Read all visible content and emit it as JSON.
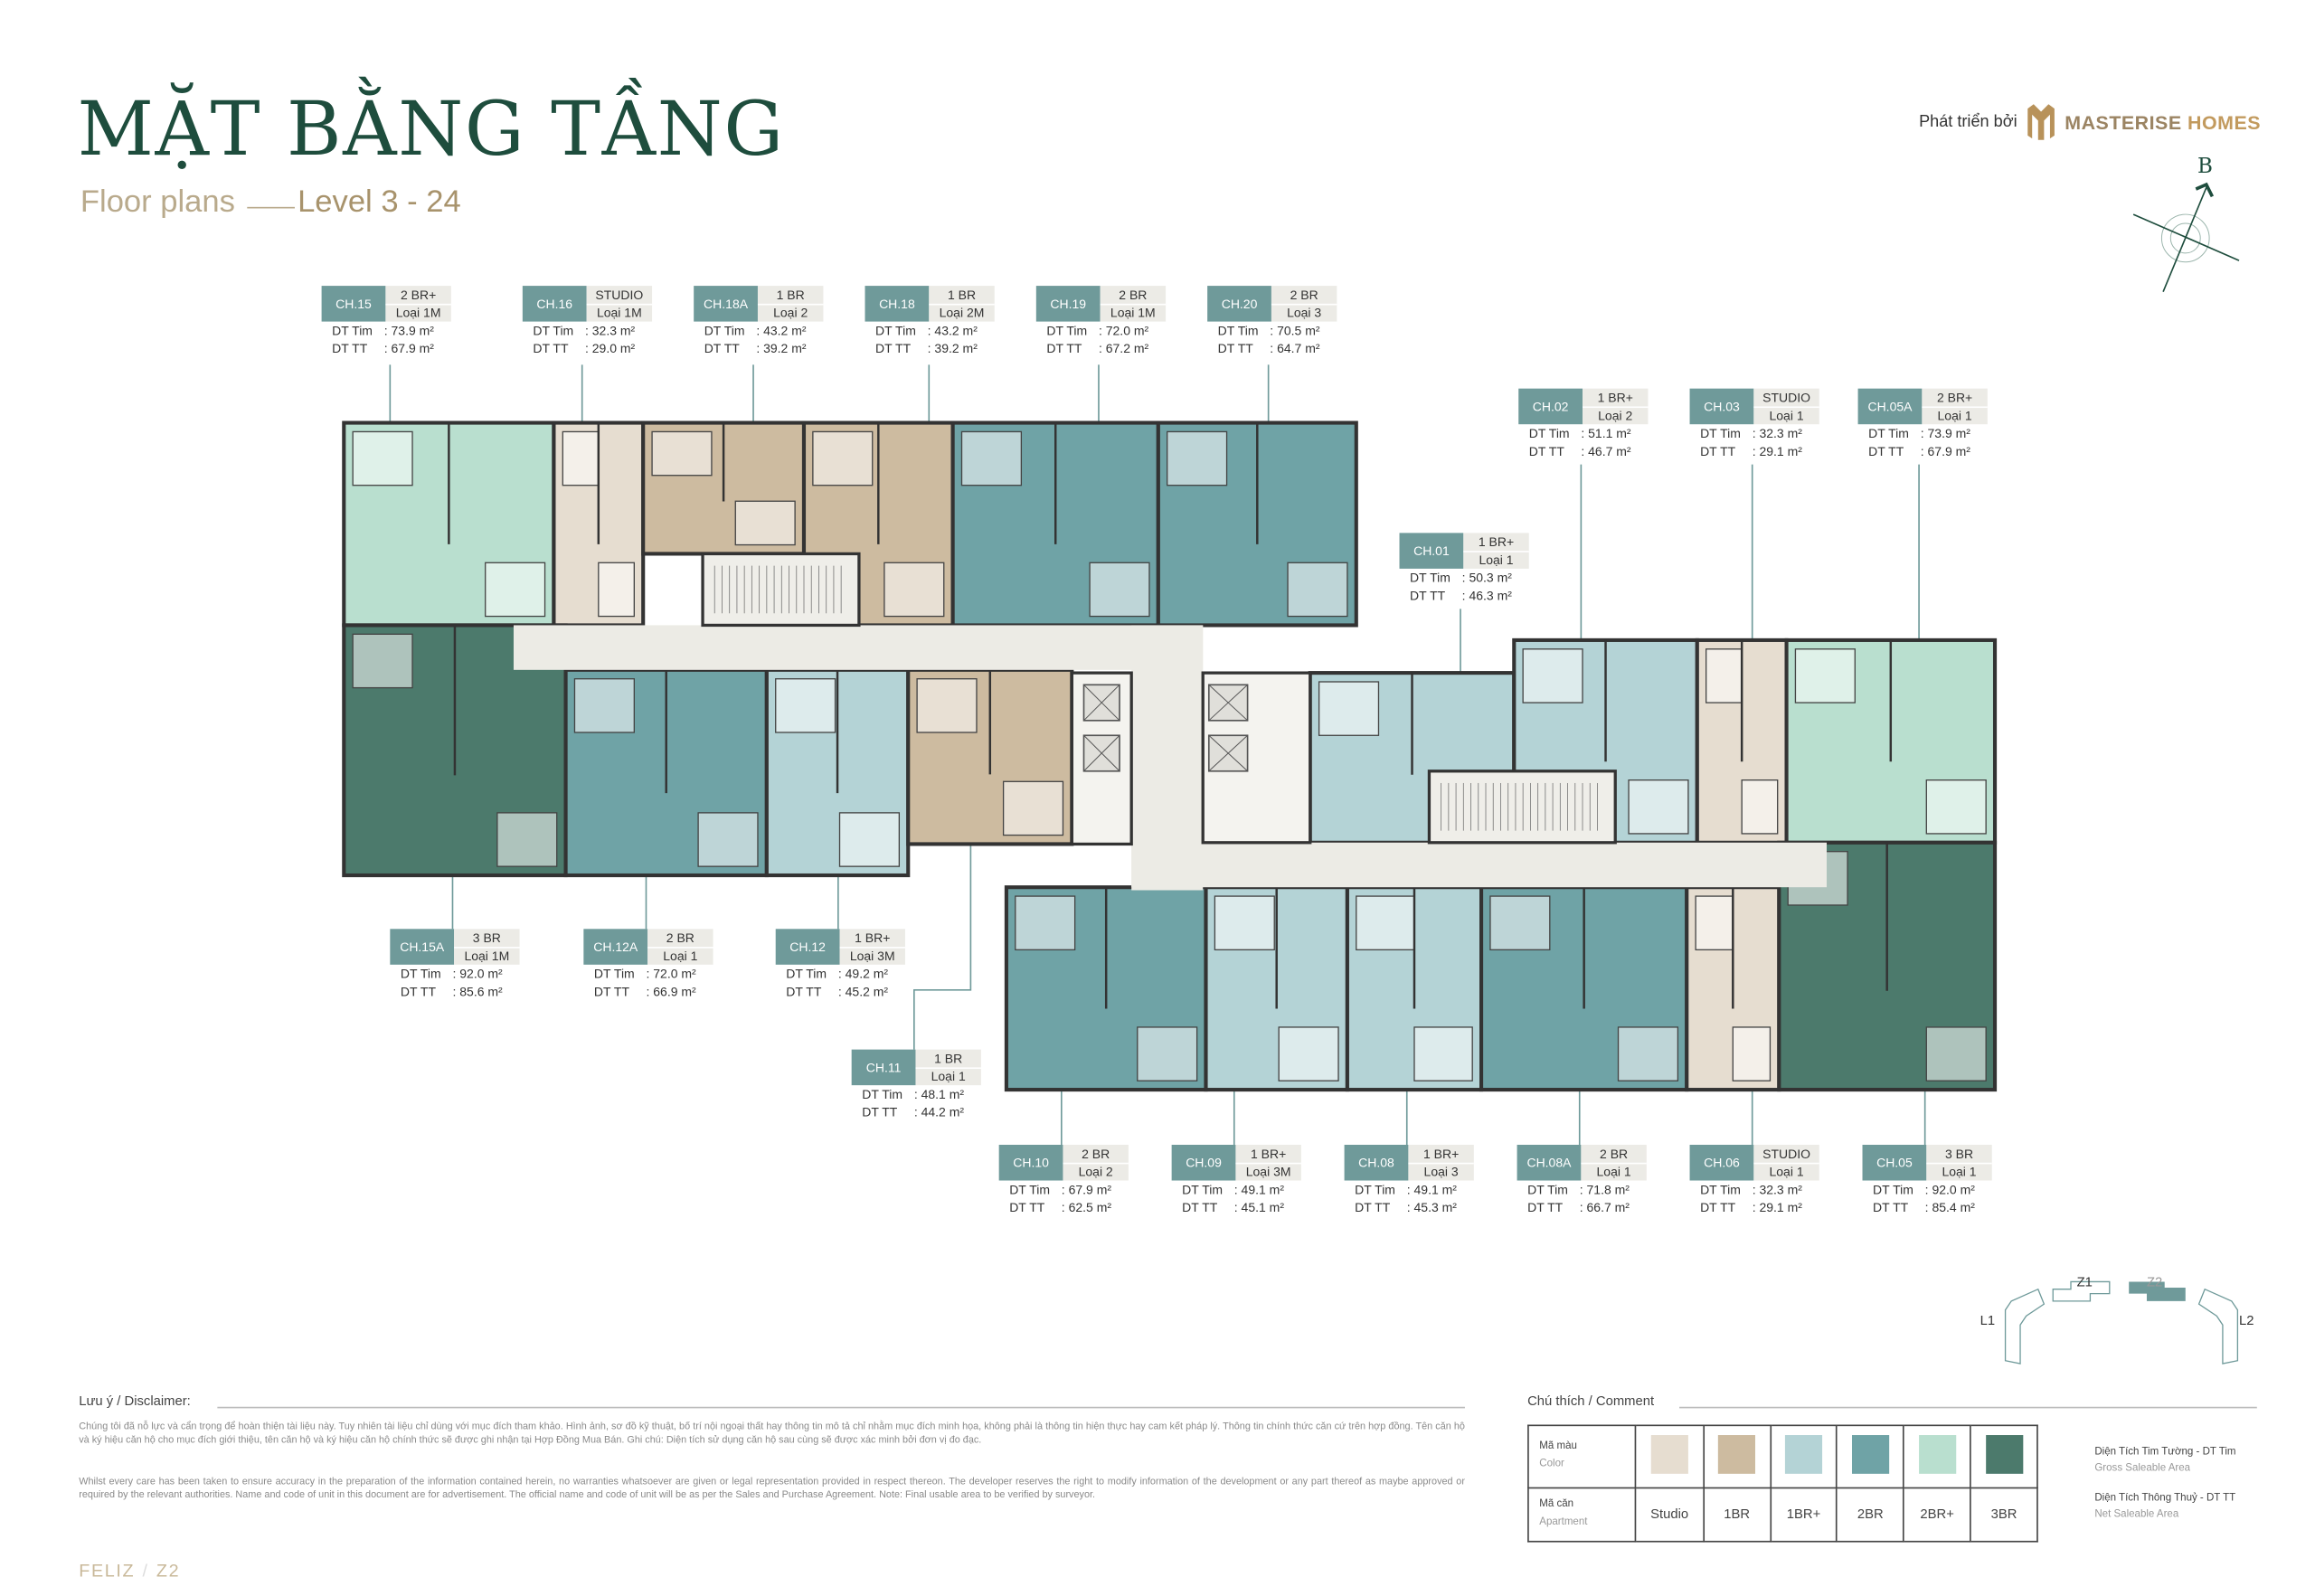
{
  "header": {
    "title": "MẶT BẰNG TẦNG",
    "subtitle": "Floor plans",
    "level": "Level 3 - 24",
    "developer_prefix": "Phát triển bởi",
    "brand_part1": "MASTERISE",
    "brand_part2": "HOMES",
    "compass_label": "B"
  },
  "labels": {
    "dt_tim": "DT Tim",
    "dt_tt": "DT TT"
  },
  "units": [
    {
      "code": "CH.15",
      "type": "2 BR+",
      "loai": "Loại 1M",
      "dt_tim": ": 73.9 m²",
      "dt_tt": ": 67.9 m²"
    },
    {
      "code": "CH.16",
      "type": "STUDIO",
      "loai": "Loại 1M",
      "dt_tim": ": 32.3 m²",
      "dt_tt": ": 29.0 m²"
    },
    {
      "code": "CH.18A",
      "type": "1 BR",
      "loai": "Loại 2",
      "dt_tim": ": 43.2 m²",
      "dt_tt": ": 39.2 m²"
    },
    {
      "code": "CH.18",
      "type": "1 BR",
      "loai": "Loại 2M",
      "dt_tim": ": 43.2 m²",
      "dt_tt": ": 39.2 m²"
    },
    {
      "code": "CH.19",
      "type": "2 BR",
      "loai": "Loại 1M",
      "dt_tim": ": 72.0 m²",
      "dt_tt": ": 67.2 m²"
    },
    {
      "code": "CH.20",
      "type": "2 BR",
      "loai": "Loại 3",
      "dt_tim": ": 70.5 m²",
      "dt_tt": ": 64.7 m²"
    },
    {
      "code": "CH.02",
      "type": "1 BR+",
      "loai": "Loại 2",
      "dt_tim": ": 51.1 m²",
      "dt_tt": ": 46.7 m²"
    },
    {
      "code": "CH.03",
      "type": "STUDIO",
      "loai": "Loại 1",
      "dt_tim": ": 32.3 m²",
      "dt_tt": ": 29.1 m²"
    },
    {
      "code": "CH.05A",
      "type": "2 BR+",
      "loai": "Loại 1",
      "dt_tim": ": 73.9 m²",
      "dt_tt": ": 67.9 m²"
    },
    {
      "code": "CH.01",
      "type": "1 BR+",
      "loai": "Loại 1",
      "dt_tim": ": 50.3 m²",
      "dt_tt": ": 46.3 m²"
    },
    {
      "code": "CH.15A",
      "type": "3 BR",
      "loai": "Loại 1M",
      "dt_tim": ": 92.0 m²",
      "dt_tt": ": 85.6 m²"
    },
    {
      "code": "CH.12A",
      "type": "2 BR",
      "loai": "Loại 1",
      "dt_tim": ": 72.0 m²",
      "dt_tt": ": 66.9 m²"
    },
    {
      "code": "CH.12",
      "type": "1 BR+",
      "loai": "Loại 3M",
      "dt_tim": ": 49.2 m²",
      "dt_tt": ": 45.2 m²"
    },
    {
      "code": "CH.11",
      "type": "1 BR",
      "loai": "Loại 1",
      "dt_tim": ": 48.1 m²",
      "dt_tt": ": 44.2 m²"
    },
    {
      "code": "CH.10",
      "type": "2 BR",
      "loai": "Loại 2",
      "dt_tim": ": 67.9 m²",
      "dt_tt": ": 62.5 m²"
    },
    {
      "code": "CH.09",
      "type": "1 BR+",
      "loai": "Loại 3M",
      "dt_tim": ": 49.1 m²",
      "dt_tt": ": 45.1 m²"
    },
    {
      "code": "CH.08",
      "type": "1 BR+",
      "loai": "Loại 3",
      "dt_tim": ": 49.1 m²",
      "dt_tt": ": 45.3 m²"
    },
    {
      "code": "CH.08A",
      "type": "2 BR",
      "loai": "Loại 1",
      "dt_tim": ": 71.8 m²",
      "dt_tt": ": 66.7 m²"
    },
    {
      "code": "CH.06",
      "type": "STUDIO",
      "loai": "Loại 1",
      "dt_tim": ": 32.3 m²",
      "dt_tt": ": 29.1 m²"
    },
    {
      "code": "CH.05",
      "type": "3 BR",
      "loai": "Loại 1",
      "dt_tim": ": 92.0 m²",
      "dt_tt": ": 85.4 m²"
    }
  ],
  "key_plan": {
    "l1": "L1",
    "z1": "Z1",
    "z2": "Z2",
    "l2": "L2"
  },
  "disclaimer": {
    "heading": "Lưu ý / Disclaimer:",
    "vi": "Chúng tôi đã nỗ lực và cẩn trọng để hoàn thiện tài liệu này. Tuy nhiên tài liệu chỉ dùng với mục đích tham khảo. Hình ảnh, sơ đồ kỹ thuật, bố trí nội ngoại thất hay thông tin mô tả chỉ nhằm mục đích minh họa, không phải là thông tin hiện thực hay cam kết pháp lý. Thông tin chính thức căn cứ trên hợp đồng. Tên căn hộ và ký hiệu căn hộ cho mục đích giới thiệu, tên căn hộ và ký hiệu căn hộ chính thức sẽ được ghi nhận tại Hợp Đồng Mua Bán. Ghi chú: Diện tích sử dụng căn hộ sau cùng sẽ được xác minh bởi đơn vị đo đạc.",
    "en": "Whilst every care has been taken to ensure accuracy in the preparation of the information contained herein, no warranties whatsoever are given or legal representation provided in respect thereon. The developer reserves the right to modify information of the development or any part thereof as maybe approved or required by the relevant authorities. Name and code of unit in this document are for advertisement. The official name and code of unit will be as per the Sales and Purchase Agreement. Note: Final usable area to be verified by surveyor."
  },
  "footer": {
    "project": "FELIZ",
    "zone": "Z2"
  },
  "legend": {
    "heading": "Chú thích / Comment",
    "color_row_vi": "Mã màu",
    "color_row_en": "Color",
    "apt_row_vi": "Mã căn",
    "apt_row_en": "Apartment",
    "items": [
      {
        "label": "Studio",
        "color": "#e6ddd0"
      },
      {
        "label": "1BR",
        "color": "#cdbba0"
      },
      {
        "label": "1BR+",
        "color": "#b4d3d6"
      },
      {
        "label": "2BR",
        "color": "#6fa3a6"
      },
      {
        "label": "2BR+",
        "color": "#b9dfcf"
      },
      {
        "label": "3BR",
        "color": "#4c7a6c"
      }
    ],
    "gross_vi": "Diện Tích Tim Tường - DT Tim",
    "gross_en": "Gross Saleable Area",
    "net_vi": "Diện Tích Thông Thuỷ - DT TT",
    "net_en": "Net Saleable Area"
  }
}
